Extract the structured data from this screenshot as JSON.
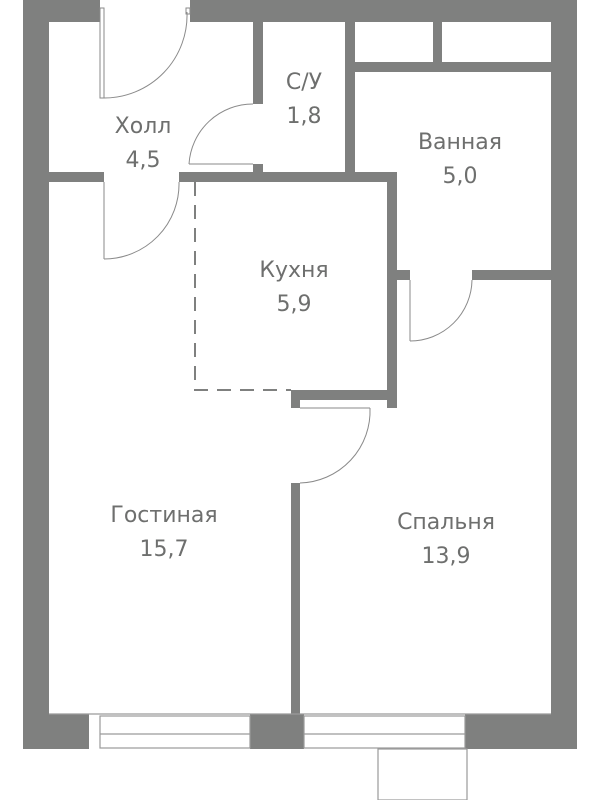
{
  "plan": {
    "wall_color": "#7f807f",
    "rooms": [
      {
        "name": "Холл",
        "area": "4,5"
      },
      {
        "name": "С/У",
        "area": "1,8"
      },
      {
        "name": "Ванная",
        "area": "5,0"
      },
      {
        "name": "Кухня",
        "area": "5,9"
      },
      {
        "name": "Гостиная",
        "area": "15,7"
      },
      {
        "name": "Спальня",
        "area": "13,9"
      }
    ]
  }
}
